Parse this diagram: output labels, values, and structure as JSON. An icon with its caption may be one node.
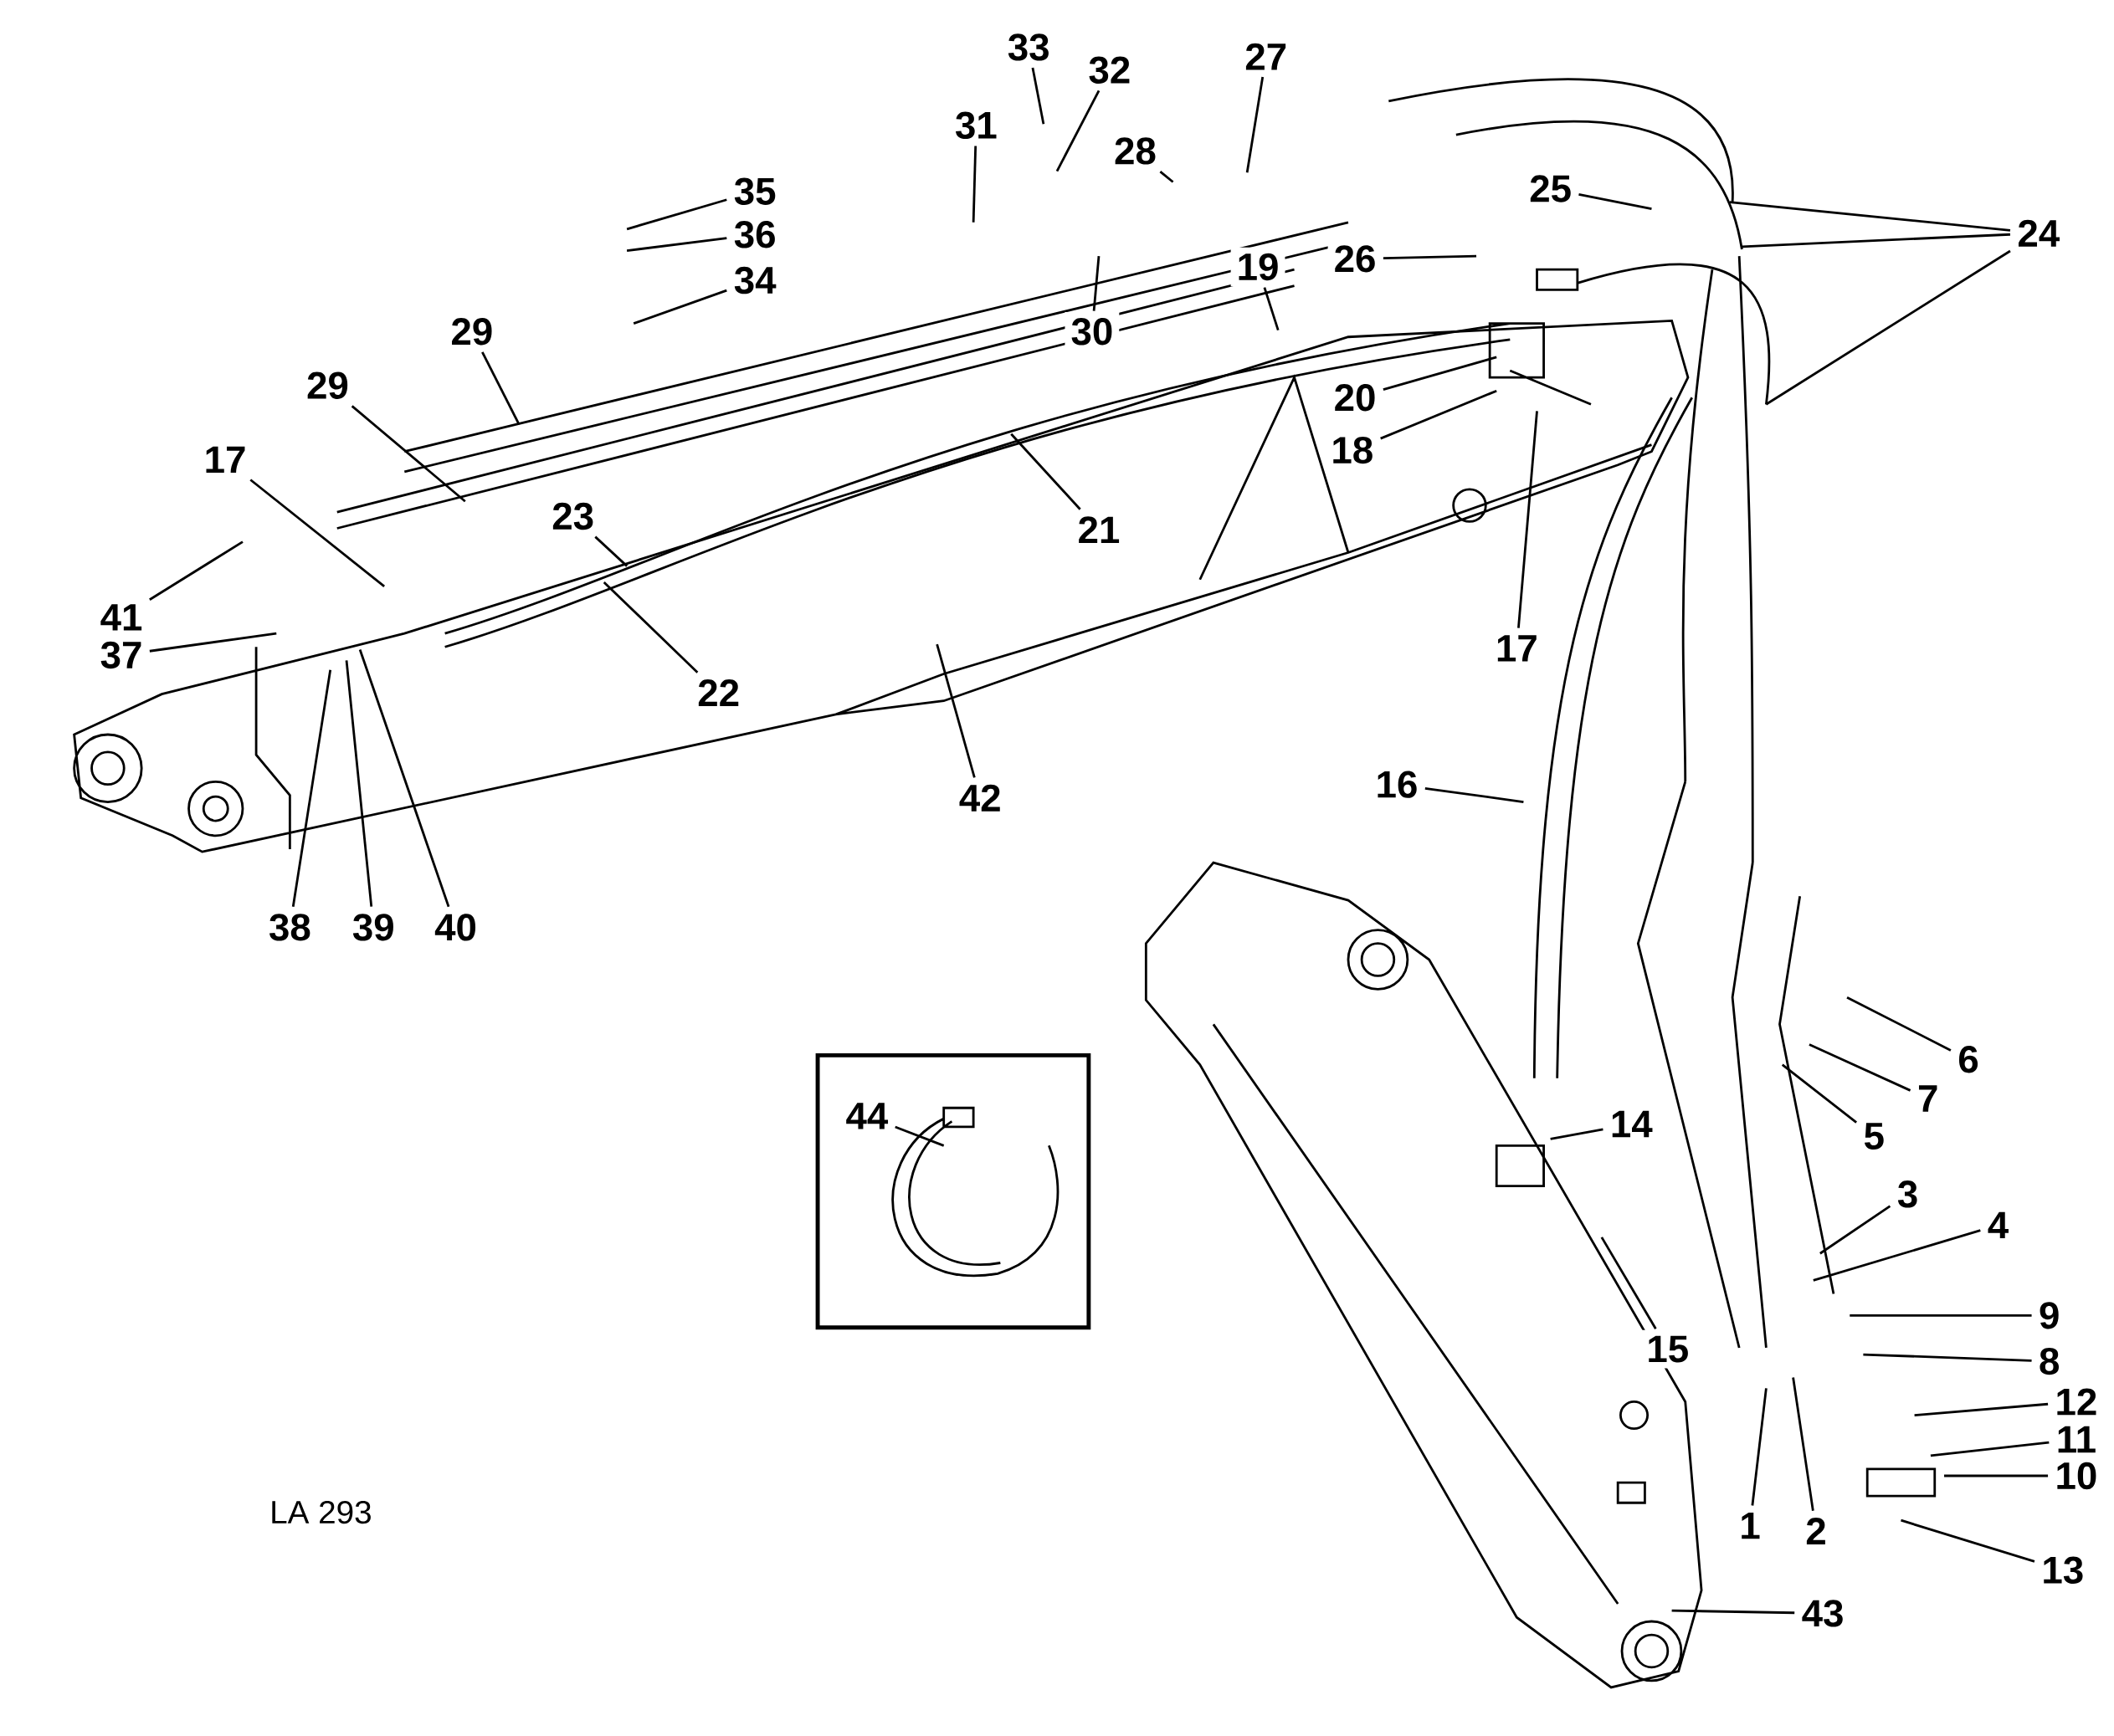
{
  "diagram": {
    "nodes": [
      {
        "text": [
          "33"
        ]
      },
      {
        "text": [
          "32"
        ]
      },
      {
        "text": [
          "27"
        ]
      },
      {
        "text": [
          "31"
        ]
      },
      {
        "text": [
          "28"
        ]
      },
      {
        "text": [
          "25"
        ]
      },
      {
        "text": [
          "35"
        ]
      },
      {
        "text": [
          "24"
        ]
      },
      {
        "text": [
          "36"
        ]
      },
      {
        "text": [
          "26"
        ]
      },
      {
        "text": [
          "19"
        ]
      },
      {
        "text": [
          "34"
        ]
      },
      {
        "text": [
          "30"
        ]
      },
      {
        "text": [
          "29"
        ]
      },
      {
        "text": [
          "29"
        ]
      },
      {
        "text": [
          "20"
        ]
      },
      {
        "text": [
          "18"
        ]
      },
      {
        "text": [
          "17"
        ]
      },
      {
        "text": [
          "23"
        ]
      },
      {
        "text": [
          "21"
        ]
      },
      {
        "text": [
          "41"
        ]
      },
      {
        "text": [
          "17"
        ]
      },
      {
        "text": [
          "37"
        ]
      },
      {
        "text": [
          "22"
        ]
      },
      {
        "text": [
          "16"
        ]
      },
      {
        "text": [
          "42"
        ]
      },
      {
        "text": [
          "38"
        ]
      },
      {
        "text": [
          "39"
        ]
      },
      {
        "text": [
          "40"
        ]
      },
      {
        "text": [
          "6"
        ]
      },
      {
        "text": [],
        "shape": "box"
      },
      {
        "text": [
          "44"
        ],
        "in": 30
      },
      {
        "text": [
          "7"
        ]
      },
      {
        "text": [
          "14"
        ]
      },
      {
        "text": [
          "5"
        ]
      },
      {
        "text": [
          "3"
        ]
      },
      {
        "text": [
          "4"
        ]
      },
      {
        "text": [
          "9"
        ]
      },
      {
        "text": [
          "15"
        ]
      },
      {
        "text": [
          "8"
        ]
      },
      {
        "text": [
          "12"
        ]
      },
      {
        "text": [
          "11"
        ]
      },
      {
        "text": [
          "10"
        ]
      },
      {
        "text": [
          "1"
        ]
      },
      {
        "text": [
          "2"
        ]
      },
      {
        "text": [
          "13"
        ]
      },
      {
        "text": [
          "43"
        ]
      }
    ],
    "edges": [
      {
        "from": 0,
        "to": null,
        "arrow": "none"
      },
      {
        "from": 1,
        "to": null,
        "arrow": "none"
      },
      {
        "from": 2,
        "to": null,
        "arrow": "none"
      },
      {
        "from": 3,
        "to": null,
        "arrow": "none"
      },
      {
        "from": 4,
        "to": null,
        "arrow": "none"
      },
      {
        "from": 5,
        "to": null,
        "arrow": "none"
      },
      {
        "from": 6,
        "to": null,
        "arrow": "none"
      },
      {
        "from": 7,
        "to": null,
        "arrow": "none"
      },
      {
        "from": 7,
        "to": null,
        "arrow": "none"
      },
      {
        "from": 7,
        "to": null,
        "arrow": "none"
      },
      {
        "from": 8,
        "to": null,
        "arrow": "none"
      },
      {
        "from": 9,
        "to": null,
        "arrow": "none"
      },
      {
        "from": 10,
        "to": null,
        "arrow": "none"
      },
      {
        "from": 11,
        "to": null,
        "arrow": "none"
      },
      {
        "from": 12,
        "to": null,
        "arrow": "none"
      },
      {
        "from": 13,
        "to": null,
        "arrow": "none"
      },
      {
        "from": 14,
        "to": null,
        "arrow": "none"
      },
      {
        "from": 15,
        "to": null,
        "arrow": "none"
      },
      {
        "from": 16,
        "to": null,
        "arrow": "none"
      },
      {
        "from": 17,
        "to": null,
        "arrow": "none"
      },
      {
        "from": 18,
        "to": null,
        "arrow": "none"
      },
      {
        "from": 19,
        "to": null,
        "arrow": "none"
      },
      {
        "from": 20,
        "to": null,
        "arrow": "none"
      },
      {
        "from": 21,
        "to": null,
        "arrow": "none"
      },
      {
        "from": 22,
        "to": null,
        "arrow": "none"
      },
      {
        "from": 23,
        "to": null,
        "arrow": "none"
      },
      {
        "from": 24,
        "to": null,
        "arrow": "none"
      },
      {
        "from": 25,
        "to": null,
        "arrow": "none"
      },
      {
        "from": 26,
        "to": null,
        "arrow": "none"
      },
      {
        "from": 27,
        "to": null,
        "arrow": "none"
      },
      {
        "from": 28,
        "to": null,
        "arrow": "none"
      },
      {
        "from": 29,
        "to": null,
        "arrow": "none"
      },
      {
        "from": 31,
        "to": null,
        "arrow": "none"
      },
      {
        "from": 32,
        "to": null,
        "arrow": "none"
      },
      {
        "from": 33,
        "to": null,
        "arrow": "none"
      },
      {
        "from": 34,
        "to": null,
        "arrow": "none"
      },
      {
        "from": 35,
        "to": null,
        "arrow": "none"
      },
      {
        "from": 36,
        "to": null,
        "arrow": "none"
      },
      {
        "from": 37,
        "to": null,
        "arrow": "none"
      },
      {
        "from": 38,
        "to": null,
        "arrow": "none"
      },
      {
        "from": 39,
        "to": null,
        "arrow": "none"
      },
      {
        "from": 40,
        "to": null,
        "arrow": "none"
      },
      {
        "from": 41,
        "to": null,
        "arrow": "none"
      },
      {
        "from": 42,
        "to": null,
        "arrow": "none"
      },
      {
        "from": 43,
        "to": null,
        "arrow": "none"
      },
      {
        "from": 44,
        "to": null,
        "arrow": "none"
      },
      {
        "from": 45,
        "to": null,
        "arrow": "none"
      },
      {
        "from": 46,
        "to": null,
        "arrow": "none"
      }
    ],
    "labels": [
      "LA 293"
    ]
  }
}
